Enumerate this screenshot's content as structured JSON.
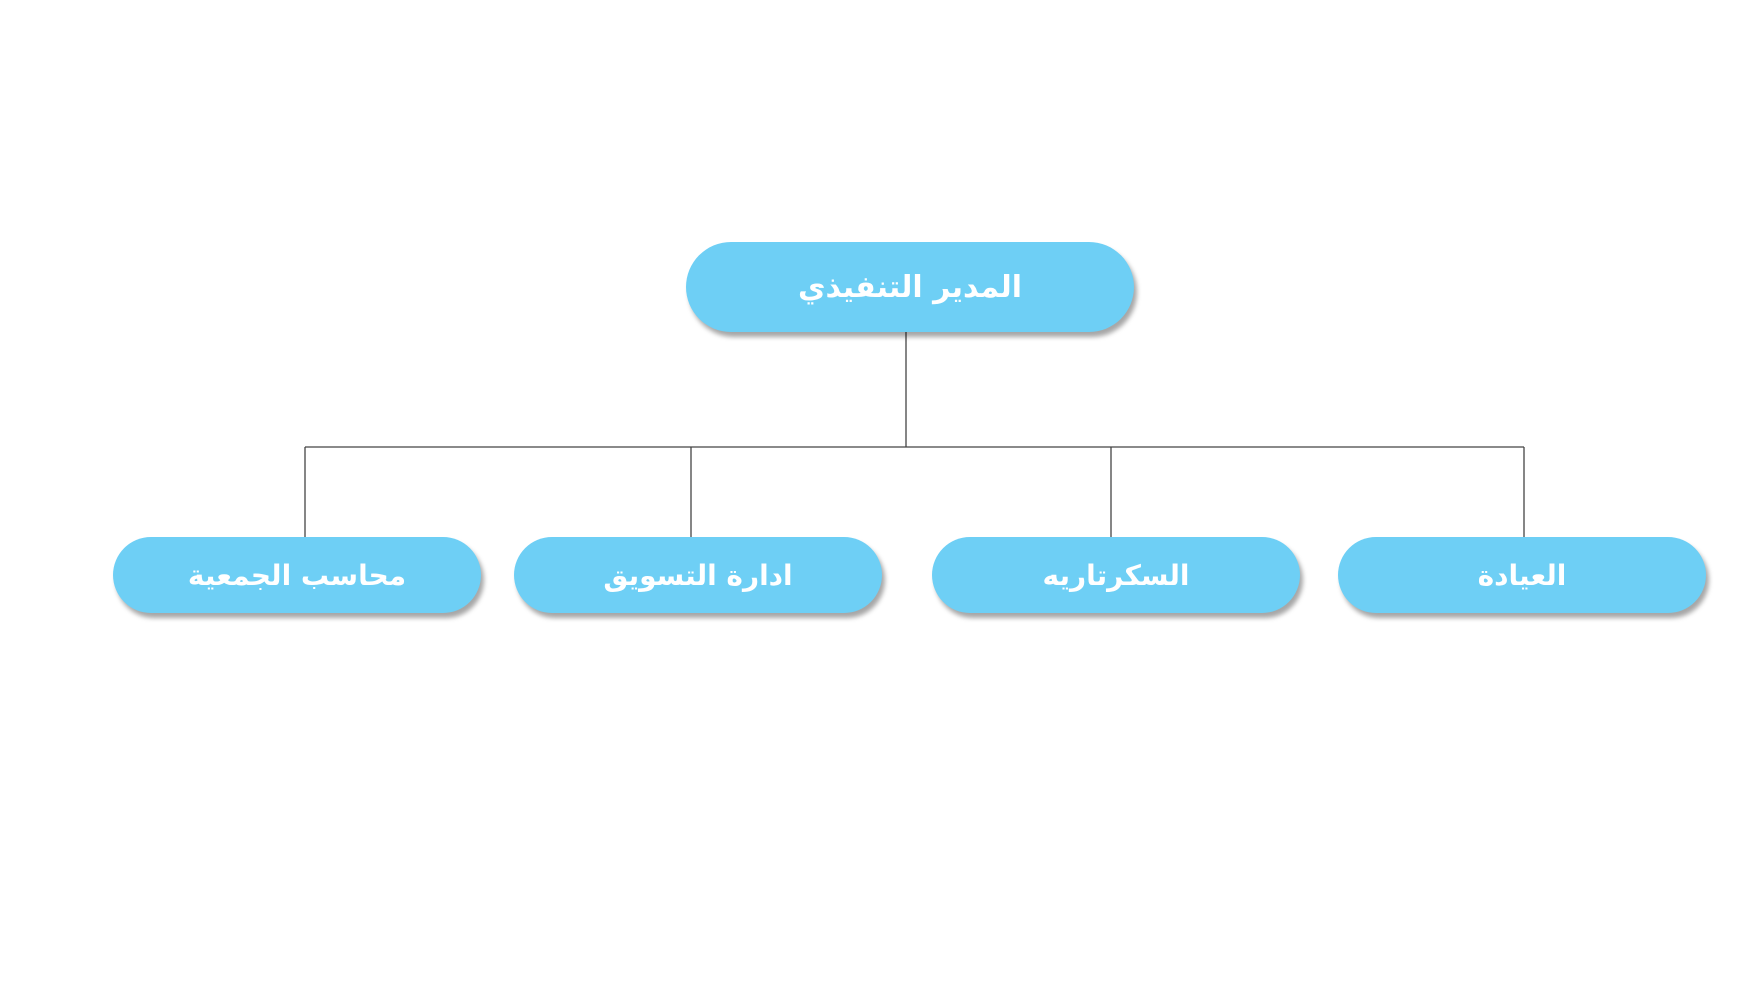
{
  "colors": {
    "node_fill": "#6ecff5",
    "node_text": "#ffffff",
    "connector": "#444444",
    "background": "#ffffff"
  },
  "org_chart": {
    "root": {
      "label": "المدير التنفيذي"
    },
    "children": [
      {
        "label": "محاسب الجمعية"
      },
      {
        "label": "ادارة التسويق"
      },
      {
        "label": "السكرتاريه"
      },
      {
        "label": "العيادة"
      }
    ]
  }
}
